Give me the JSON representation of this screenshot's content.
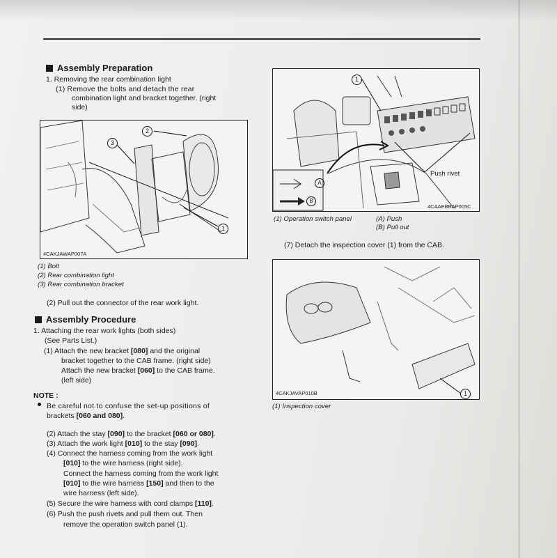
{
  "prep": {
    "heading": "Assembly Preparation",
    "line1": "1.  Removing the rear combination light",
    "step1_a": "(1)  Remove  the  bolts  and  detach  the  rear",
    "step1_b": "combination light and bracket together. (right",
    "step1_c": "side)",
    "fig_code": "4CAKJAWAP007A",
    "fig_callouts": [
      "1",
      "2",
      "3"
    ],
    "legend": [
      "(1) Bolt",
      "(2) Rear combination light",
      "(3) Rear combination bracket"
    ],
    "step2": "(2)  Pull out the connector of the rear work light."
  },
  "procedure": {
    "heading": "Assembly Procedure",
    "line1": "1.  Attaching the rear work lights (both sides)",
    "line2": "(See Parts List.)",
    "s1_a_pre": "(1)  Attach the new bracket ",
    "s1_a_b": "[080]",
    "s1_a_post": " and the original",
    "s1_b": "bracket together to the CAB frame. (right side)",
    "s1_c_pre": "Attach the new bracket ",
    "s1_c_b": "[060]",
    "s1_c_post": " to the CAB frame.",
    "s1_d": "(left side)",
    "note_label": "NOTE :",
    "note_a": "Be  careful  not  to  confuse  the  set-up  positions  of",
    "note_b_pre": "brackets ",
    "note_b_b": "[060 and 080]",
    "note_b_post": ".",
    "s2_pre": "(2)  Attach the stay ",
    "s2_b1": "[090]",
    "s2_mid": " to the bracket ",
    "s2_b2": "[060 or 080]",
    "s2_post": ".",
    "s3_pre": "(3)  Attach the work light ",
    "s3_b1": "[010]",
    "s3_mid": " to the stay ",
    "s3_b2": "[090]",
    "s3_post": ".",
    "s4_a": "(4)  Connect the harness coming from the work light",
    "s4_b_b": "[010]",
    "s4_b_post": " to the wire harness (right side).",
    "s4_c": "Connect the harness coming from the work light",
    "s4_d_b1": "[010]",
    "s4_d_mid": " to the wire harness ",
    "s4_d_b2": "[150]",
    "s4_d_post": " and then to the",
    "s4_e": "wire harness (left side).",
    "s5_pre": "(5)  Secure the wire harness with cord clamps ",
    "s5_b": "[110]",
    "s5_post": ".",
    "s6_a": "(6)  Push the push rivets and pull them out. Then",
    "s6_b": "remove the operation switch panel (1)."
  },
  "right": {
    "fig1_code": "4CAAEBBAP005C",
    "fig1_callout": "1",
    "fig1_push_rivet": "Push rivet",
    "fig1_a": "A",
    "fig1_b": "B",
    "cap1_left": "(1) Operation switch panel",
    "cap1_a": "(A) Push",
    "cap1_b": "(B) Pull out",
    "step7": "(7)  Detach the inspection cover (1) from the CAB.",
    "fig2_code": "4CAKJAVAP010B",
    "fig2_callout": "1",
    "cap2": "(1) Inspection cover"
  }
}
